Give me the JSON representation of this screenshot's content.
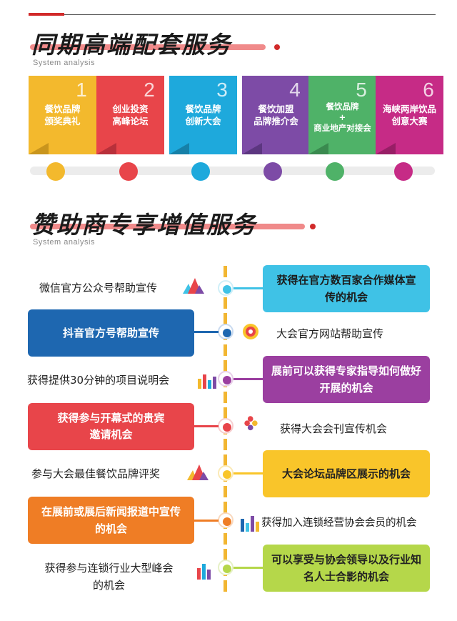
{
  "section1": {
    "title": "同期高端配套服务",
    "subtitle": "System analysis",
    "banners": [
      {
        "num": "1",
        "line1": "餐饮品牌",
        "line2": "颁奖典礼",
        "line3": "",
        "color": "#f3b92d",
        "dot": "#f3b92d"
      },
      {
        "num": "2",
        "line1": "创业投资",
        "line2": "高峰论坛",
        "line3": "",
        "color": "#e8454a",
        "dot": "#e8454a"
      },
      {
        "num": "3",
        "line1": "餐饮品牌",
        "line2": "创新大会",
        "line3": "",
        "color": "#1ea9dc",
        "dot": "#1ea9dc"
      },
      {
        "num": "4",
        "line1": "餐饮加盟",
        "line2": "品牌推介会",
        "line3": "",
        "color": "#7d4ba6",
        "dot": "#7d4ba6"
      },
      {
        "num": "5",
        "line1": "餐饮品牌",
        "line2": "+",
        "line3": "商业地产对接会",
        "color": "#4fb268",
        "dot": "#4fb268"
      },
      {
        "num": "6",
        "line1": "海峡两岸饮品",
        "line2": "创意大赛",
        "line3": "",
        "color": "#c62b86",
        "dot": "#c62b86"
      }
    ]
  },
  "section2": {
    "title": "赞助商专享增值服务",
    "subtitle": "System analysis",
    "left": [
      {
        "text": "微信官方公众号帮助宣传",
        "style": "plain",
        "icon": "mountain-chart-icon"
      },
      {
        "text": "抖音官方号帮助宣传",
        "style": "box",
        "color": "#1e67b0"
      },
      {
        "text": "获得提供30分钟的项目说明会",
        "style": "plain",
        "icon": "bar-chart-icon"
      },
      {
        "text": "获得参与开幕式的贵宾邀请机会",
        "style": "box",
        "color": "#e8454a"
      },
      {
        "text": "参与大会最佳餐饮品牌评奖",
        "style": "plain",
        "icon": "mountain-chart-icon"
      },
      {
        "text": "在展前或展后新闻报道中宣传的机会",
        "style": "box",
        "color": "#ef7d25"
      },
      {
        "text": "获得参与连锁行业大型峰会的机会",
        "style": "plain",
        "icon": "bar-chart-icon"
      }
    ],
    "right": [
      {
        "text": "获得在官方数百家合作媒体宣传的机会",
        "style": "box",
        "color": "#3fc2e6"
      },
      {
        "text": "大会官方网站帮助宣传",
        "style": "plain",
        "icon": "target-icon"
      },
      {
        "text": "展前可以获得专家指导如何做好开展的机会",
        "style": "box",
        "color": "#9b3fa0"
      },
      {
        "text": "获得大会会刊宣传机会",
        "style": "plain",
        "icon": "pinwheel-icon"
      },
      {
        "text": "大会论坛品牌区展示的机会",
        "style": "box",
        "color": "#f9c52a"
      },
      {
        "text": "获得加入连锁经营协会会员的机会",
        "style": "plain",
        "icon": "bar-chart-icon"
      },
      {
        "text": "可以享受与协会领导以及行业知名人士合影的机会",
        "style": "box",
        "color": "#b5d74a"
      }
    ],
    "node_colors": [
      "#3fc2e6",
      "#1e67b0",
      "#9b3fa0",
      "#e8454a",
      "#f9c52a",
      "#ef7d25",
      "#b5d74a"
    ]
  }
}
